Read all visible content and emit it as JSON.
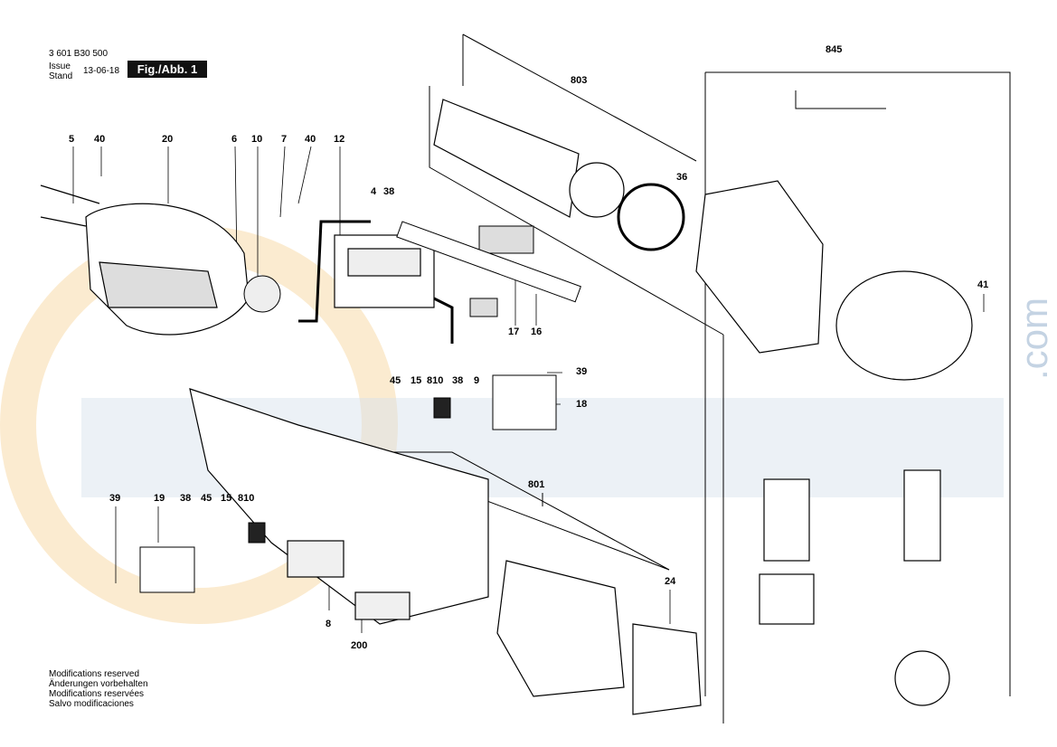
{
  "header": {
    "part_number": "3 601 B30 500",
    "issue_label": "Issue",
    "stand_label": "Stand",
    "date": "13-06-18",
    "figure": "Fig./Abb. 1"
  },
  "callouts": [
    "5",
    "40",
    "20",
    "6",
    "10",
    "7",
    "40",
    "12",
    "4",
    "38",
    "803",
    "36",
    "845",
    "17",
    "16",
    "41",
    "45",
    "15",
    "810",
    "38",
    "9",
    "39",
    "18",
    "801",
    "39",
    "19",
    "38",
    "45",
    "15",
    "810",
    "8",
    "200",
    "24"
  ],
  "footer": [
    "Modifications reserved",
    "Änderungen vorbehalten",
    "Modifications reservées",
    "Salvo modificaciones"
  ],
  "watermark": {
    "text": ".com",
    "color": "#8aa7c8"
  },
  "colors": {
    "line": "#000000",
    "watermark_blue": "#8aa7c8",
    "watermark_orange": "#f4c77a"
  }
}
